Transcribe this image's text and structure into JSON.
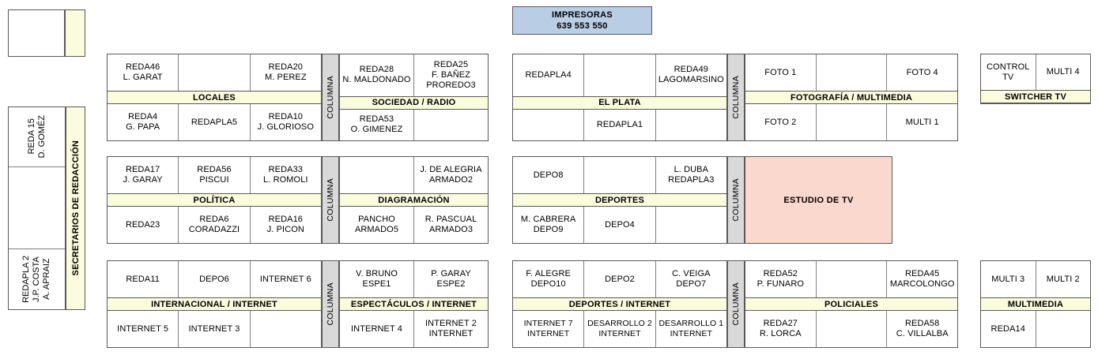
{
  "page": {
    "title": "Plano de redacción — distribución de puestos",
    "colors": {
      "banner": "#fbfbdd",
      "columna": "#d9d9d9",
      "impresoras": "#b9cde5",
      "estudio": "#fbd8ce",
      "border": "#595959"
    }
  },
  "impresoras": {
    "label": "IMPRESORAS",
    "numbers": "639   553   550"
  },
  "sidebar": {
    "banner": "SECRETARIOS DE REDACCIÓN",
    "top_box_label": "",
    "cells": [
      "REDA 15\nD. GOMÉZ",
      "",
      "REDAPLA 2\nJ.P. COSTA\nA. APRAIZ"
    ]
  },
  "columna_label": "COLUMNA",
  "blocks": {
    "locales": {
      "banner": "LOCALES",
      "top": [
        "REDA46\nL. GARAT",
        "",
        "REDA20\nM. PEREZ"
      ],
      "bottom": [
        "REDA4\nG. PAPA",
        "REDAPLA5",
        "REDA10\nJ. GLORIOSO"
      ]
    },
    "sociedad_radio": {
      "banner": "SOCIEDAD / RADIO",
      "top": [
        "REDA28\nN. MALDONADO",
        "REDA25\nF. BAÑEZ\nPROREDO3"
      ],
      "bottom": [
        "REDA53\nO. GIMENEZ",
        ""
      ]
    },
    "el_plata": {
      "banner": "EL PLATA",
      "top": [
        "REDAPLA4",
        "",
        "REDA49\nLAGOMARSINO"
      ],
      "bottom": [
        "",
        "REDAPLA1",
        ""
      ]
    },
    "fotografia_multimedia": {
      "banner": "FOTOGRAFÍA / MULTIMEDIA",
      "top": [
        "FOTO 1",
        "",
        "FOTO 4"
      ],
      "bottom": [
        "FOTO 2",
        "",
        "MULTI 1"
      ]
    },
    "switcher_tv": {
      "banner": "SWITCHER TV",
      "top": [
        "CONTROL TV",
        "MULTI 4"
      ]
    },
    "politica": {
      "banner": "POLÍTICA",
      "top": [
        "REDA17\nJ. GARAY",
        "REDA56\nPISCUI",
        "REDA33\nL. ROMOLI"
      ],
      "bottom": [
        "REDA23",
        "REDA6\nCORADAZZI",
        "REDA16\nJ. PICON"
      ]
    },
    "diagramacion": {
      "banner": "DIAGRAMACIÓN",
      "top": [
        "",
        "J. DE ALEGRIA\nARMADO2"
      ],
      "bottom": [
        "PANCHO\nARMADO5",
        "R. PASCUAL\nARMADO3"
      ]
    },
    "deportes": {
      "banner": "DEPORTES",
      "top": [
        "DEPO8",
        "",
        "L. DUBA\nREDAPLA3"
      ],
      "bottom": [
        "M. CABRERA\nDEPO9",
        "DEPO4",
        ""
      ]
    },
    "estudio_tv": {
      "label": "ESTUDIO DE TV"
    },
    "internacional_internet": {
      "banner": "INTERNACIONAL / INTERNET",
      "top": [
        "REDA11",
        "DEPO6",
        "INTERNET 6"
      ],
      "bottom": [
        "INTERNET 5",
        "INTERNET 3",
        ""
      ]
    },
    "espectaculos_internet": {
      "banner": "ESPECTÁCULOS / INTERNET",
      "top": [
        "V. BRUNO\nESPE1",
        "P. GARAY\nESPE2"
      ],
      "bottom": [
        "INTERNET 4",
        "INTERNET 2\nINTERNET"
      ]
    },
    "deportes_internet": {
      "banner": "DEPORTES / INTERNET",
      "top": [
        "F. ALEGRE\nDEPO10",
        "DEPO2",
        "C. VEIGA\nDEPO7"
      ],
      "bottom": [
        "INTERNET 7\nINTERNET",
        "DESARROLLO 2\nINTERNET",
        "DESARROLLO 1\nINTERNET"
      ]
    },
    "policiales": {
      "banner": "POLICIALES",
      "top": [
        "REDA52\nP. FUNARO",
        "",
        "REDA45\nMARCOLONGO"
      ],
      "bottom": [
        "REDA27\nR. LORCA",
        "",
        "REDA58\nC. VILLALBA"
      ]
    },
    "multimedia": {
      "banner": "MULTIMEDIA",
      "top": [
        "MULTI 3",
        "MULTI 2"
      ],
      "bottom": [
        "REDA14",
        ""
      ]
    }
  }
}
